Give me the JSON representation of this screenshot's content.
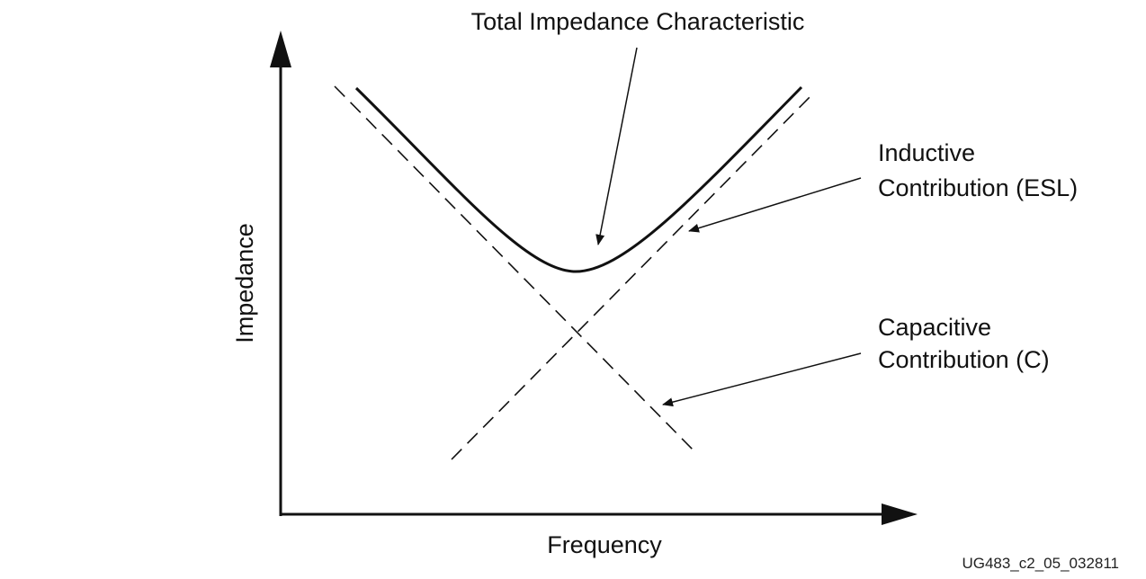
{
  "labels": {
    "total": "Total Impedance Characteristic",
    "inductive_line1": "Inductive",
    "inductive_line2": "Contribution (ESL)",
    "capacitive_line1": "Capacitive",
    "capacitive_line2": "Contribution (C)",
    "x_axis": "Frequency",
    "y_axis": "Impedance",
    "figure_id": "UG483_c2_05_032811"
  },
  "colors": {
    "ink": "#111111",
    "background": "#ffffff"
  }
}
